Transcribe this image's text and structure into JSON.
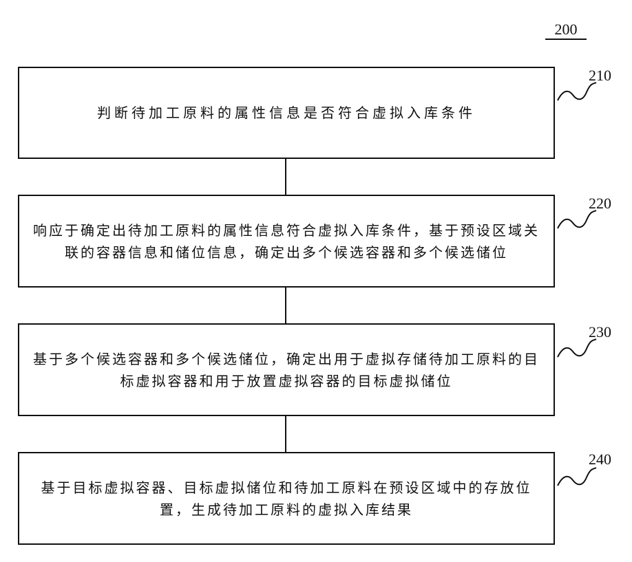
{
  "figure_number": "200",
  "steps": [
    {
      "ref": "210",
      "text": "判断待加工原料的属性信息是否符合虚拟入库条件"
    },
    {
      "ref": "220",
      "text": "响应于确定出待加工原料的属性信息符合虚拟入库条件，基于预设区域关联的容器信息和储位信息，确定出多个候选容器和多个候选储位"
    },
    {
      "ref": "230",
      "text": "基于多个候选容器和多个候选储位，确定出用于虚拟存储待加工原料的目标虚拟容器和用于放置虚拟容器的目标虚拟储位"
    },
    {
      "ref": "240",
      "text": "基于目标虚拟容器、目标虚拟储位和待加工原料在预设区域中的存放位置，生成待加工原料的虚拟入库结果"
    }
  ]
}
